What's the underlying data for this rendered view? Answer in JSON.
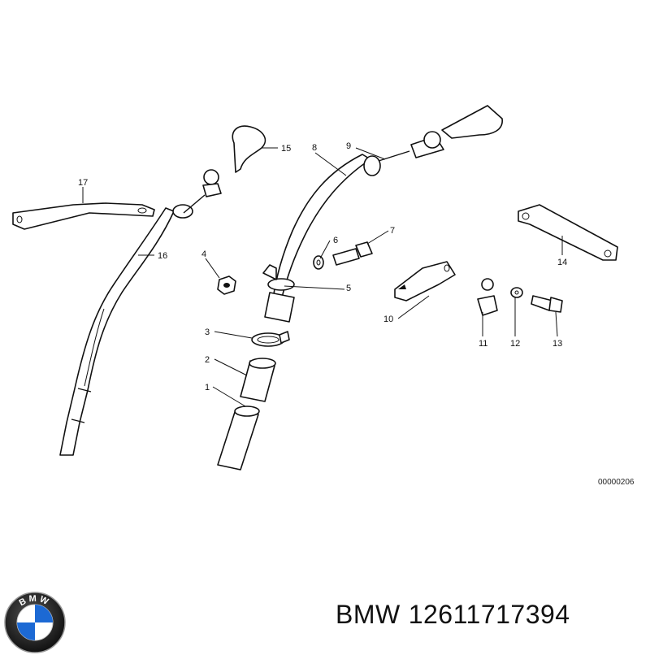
{
  "callouts": [
    "1",
    "2",
    "3",
    "4",
    "5",
    "6",
    "7",
    "8",
    "9",
    "10",
    "11",
    "12",
    "13",
    "14",
    "15",
    "16",
    "17"
  ],
  "diagram_code": "00000206",
  "footer": {
    "brand": "BMW",
    "part_number": "12611717394"
  },
  "logo": {
    "name": "bmw-roundel-logo",
    "text": "BMW",
    "colors": {
      "blue": "#1c69d4",
      "white": "#ffffff",
      "ring": "#111111"
    }
  }
}
